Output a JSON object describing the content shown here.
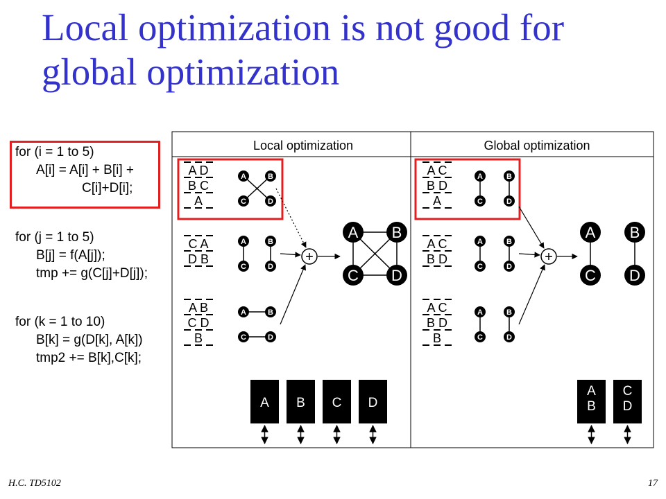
{
  "title": {
    "line1": "Local optimization is not good for",
    "line2": "global optimization"
  },
  "code": {
    "loop1": [
      "for (i = 1 to 5)",
      "A[i] = A[i] + B[i] +",
      "C[i]+D[i];"
    ],
    "loop2": [
      "for (j = 1 to 5)",
      "B[j] = f(A[j]);",
      "tmp += g(C[j]+D[j]);"
    ],
    "loop3": [
      "for (k = 1 to 10)",
      "B[k] = g(D[k], A[k])",
      "tmp2 += B[k],C[k];"
    ]
  },
  "diagram": {
    "local_header": "Local optimization",
    "global_header": "Global optimization",
    "plus": "+",
    "node_labels": [
      "A",
      "B",
      "C",
      "D"
    ],
    "local_layouts": [
      [
        "A D",
        "B C",
        "A"
      ],
      [
        "C A",
        "D B"
      ],
      [
        "A B",
        "C D",
        "B"
      ]
    ],
    "global_layouts": [
      [
        "A C",
        "B D",
        "A"
      ],
      [
        "A C",
        "B D"
      ],
      [
        "A C",
        "B D",
        "B"
      ]
    ],
    "local_memories": [
      "A",
      "B",
      "C",
      "D"
    ],
    "global_memories": [
      [
        "A",
        "B"
      ],
      [
        "C",
        "D"
      ]
    ]
  },
  "footer": {
    "left": "H.C.   TD5102",
    "page": "17"
  },
  "colors": {
    "title": "#3333cc",
    "highlight": "#e02020"
  }
}
